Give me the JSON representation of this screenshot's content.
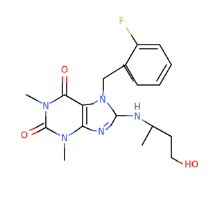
{
  "colors": {
    "carbon": "#000000",
    "nitrogen": "#3050f8",
    "oxygen": "#ff0d0d",
    "fluorine": "#90e050",
    "background": "#ffffff"
  },
  "atoms": {
    "f": "F",
    "o_top": "O",
    "o_left": "O",
    "n1": "N",
    "n3": "N",
    "n7": "N",
    "n9": "N",
    "nh": "N",
    "h_nh": "H",
    "oh": "HO"
  }
}
